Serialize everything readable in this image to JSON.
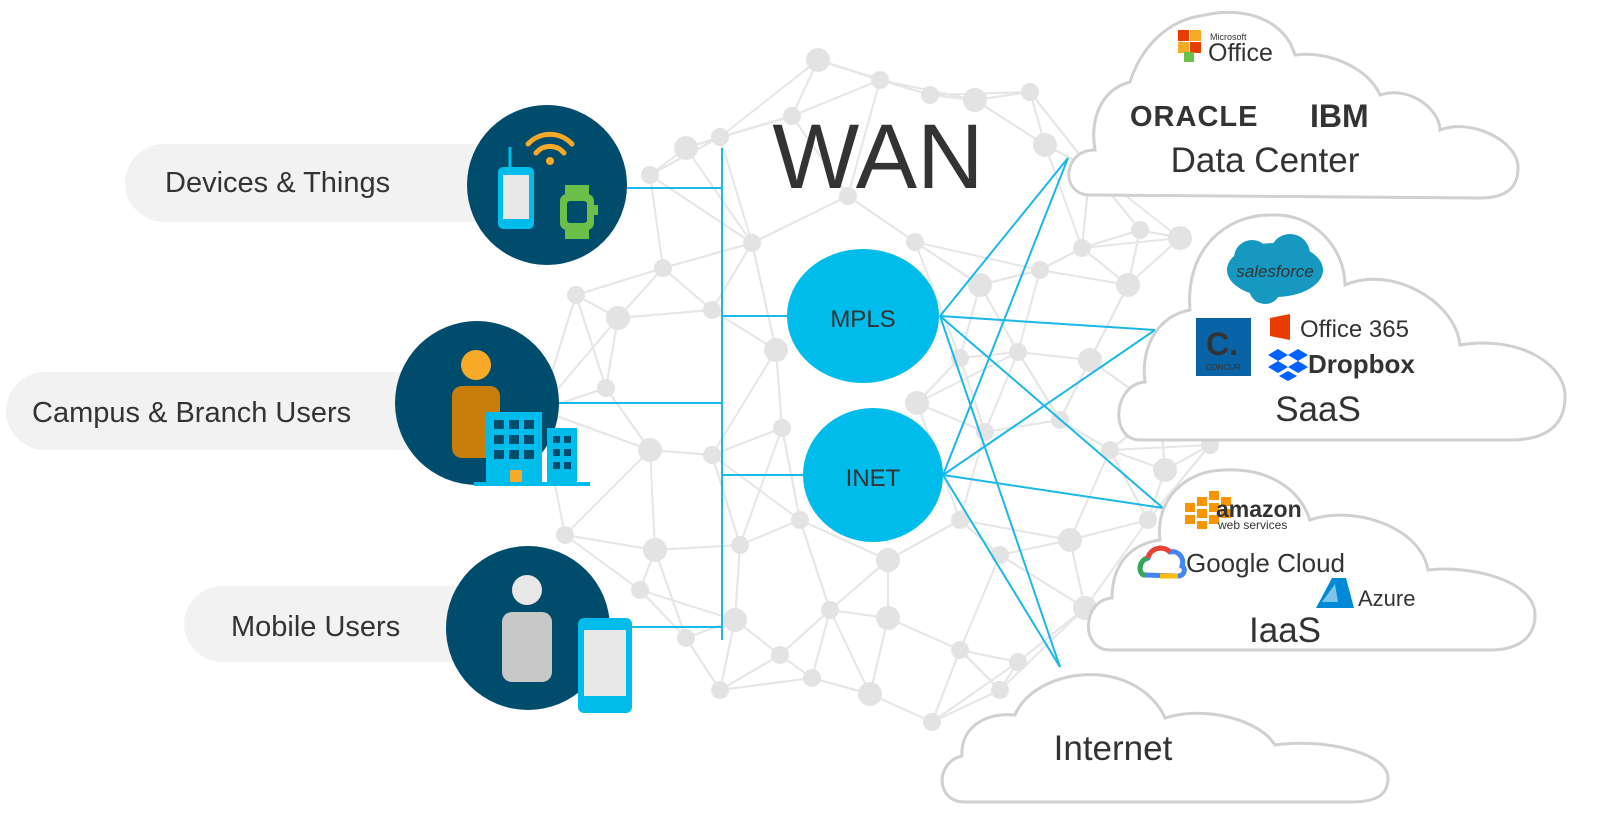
{
  "title": "WAN",
  "sources": [
    {
      "label": "Devices & Things",
      "icon": "devices-things-icon"
    },
    {
      "label": "Campus & Branch Users",
      "icon": "campus-branch-icon"
    },
    {
      "label": "Mobile Users",
      "icon": "mobile-user-icon"
    }
  ],
  "transports": [
    {
      "label": "MPLS"
    },
    {
      "label": "INET"
    }
  ],
  "clouds": {
    "datacenter": {
      "label": "Data Center",
      "logos": {
        "microsoft_small": "Microsoft",
        "office": "Office",
        "oracle": "ORACLE",
        "ibm": "IBM"
      }
    },
    "saas": {
      "label": "SaaS",
      "logos": {
        "salesforce": "salesforce",
        "concur": "CONCUR",
        "office365": "Office 365",
        "dropbox": "Dropbox"
      }
    },
    "iaas": {
      "label": "IaaS",
      "logos": {
        "amazon": "amazon",
        "aws_sub": "web services",
        "google": "Google Cloud",
        "azure": "Azure"
      }
    },
    "internet": {
      "label": "Internet"
    }
  },
  "colors": {
    "link": "#1ab7ea",
    "transport_fill": "#00bceb",
    "icon_circle": "#004c6c",
    "mesh": "#e6e6e6",
    "pill": "#f2f2f2",
    "cloud_stroke": "#d0d0d0",
    "oracle": "#e2231a",
    "ibm": "#1f70c1",
    "office": "#eb3c00",
    "salesforce": "#1798c1",
    "concur": "#0a63a6",
    "dropbox": "#0061fe",
    "amazon_orange": "#f79400",
    "azure": "#0089d6"
  }
}
